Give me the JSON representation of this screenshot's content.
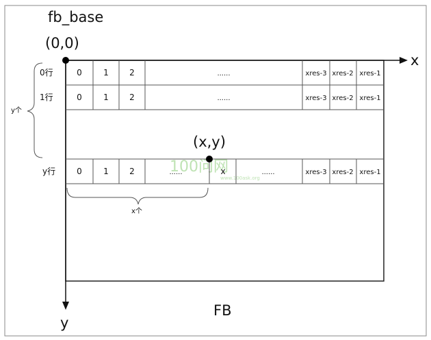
{
  "labels": {
    "fb_base": "fb_base",
    "origin": "(0,0)",
    "x_axis": "x",
    "y_axis": "y",
    "point": "(x,y)",
    "fb": "FB",
    "y_count": "y个",
    "x_count": "x个"
  },
  "rows": [
    {
      "label": "0行",
      "cells": [
        "0",
        "1",
        "2",
        "......",
        "xres-3",
        "xres-2",
        "xres-1"
      ]
    },
    {
      "label": "1行",
      "cells": [
        "0",
        "1",
        "2",
        "......",
        "xres-3",
        "xres-2",
        "xres-1"
      ]
    },
    {
      "label": "y行",
      "cells": [
        "0",
        "1",
        "2",
        "......",
        "x",
        "......",
        "xres-3",
        "xres-2",
        "xres-1"
      ]
    }
  ],
  "watermark": {
    "text": "100问网",
    "url": "www.100ask.org"
  }
}
